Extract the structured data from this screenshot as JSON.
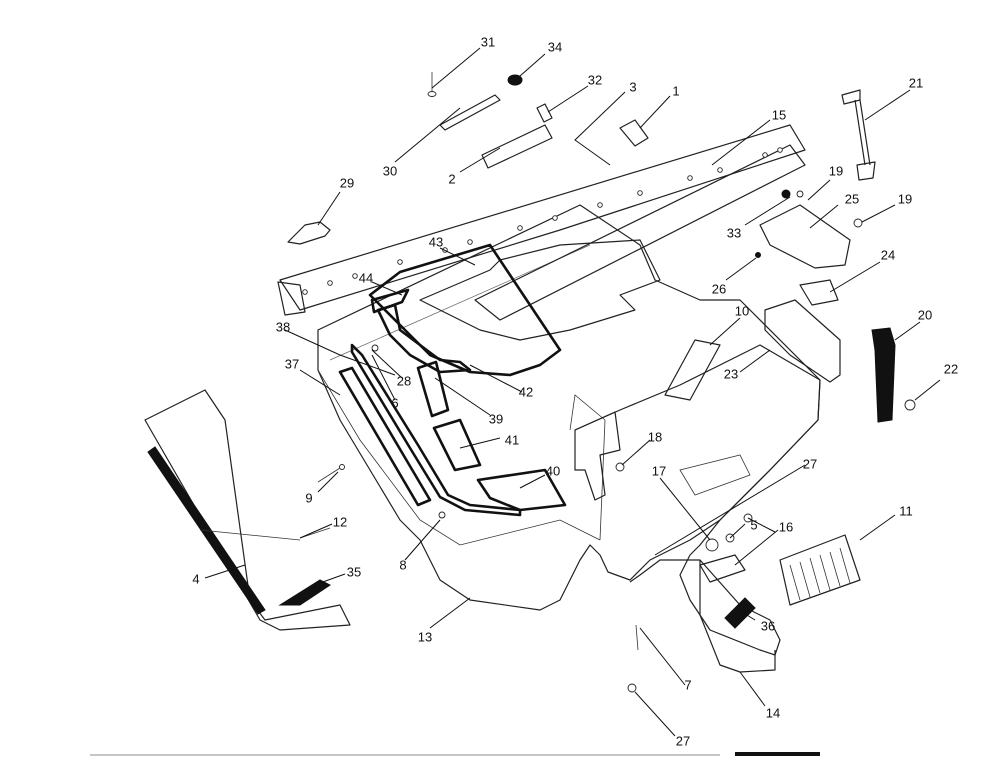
{
  "diagram": {
    "callouts": [
      {
        "id": "c1",
        "text": "1"
      },
      {
        "id": "c2",
        "text": "2"
      },
      {
        "id": "c3",
        "text": "3"
      },
      {
        "id": "c4",
        "text": "4"
      },
      {
        "id": "c5",
        "text": "5"
      },
      {
        "id": "c6",
        "text": "6"
      },
      {
        "id": "c7",
        "text": "7"
      },
      {
        "id": "c8",
        "text": "8"
      },
      {
        "id": "c9",
        "text": "9"
      },
      {
        "id": "c10",
        "text": "10"
      },
      {
        "id": "c11",
        "text": "11"
      },
      {
        "id": "c12",
        "text": "12"
      },
      {
        "id": "c13",
        "text": "13"
      },
      {
        "id": "c14",
        "text": "14"
      },
      {
        "id": "c15",
        "text": "15"
      },
      {
        "id": "c16",
        "text": "16"
      },
      {
        "id": "c17",
        "text": "17"
      },
      {
        "id": "c18",
        "text": "18"
      },
      {
        "id": "c19a",
        "text": "19"
      },
      {
        "id": "c19b",
        "text": "19"
      },
      {
        "id": "c20",
        "text": "20"
      },
      {
        "id": "c21",
        "text": "21"
      },
      {
        "id": "c22",
        "text": "22"
      },
      {
        "id": "c23",
        "text": "23"
      },
      {
        "id": "c24",
        "text": "24"
      },
      {
        "id": "c25",
        "text": "25"
      },
      {
        "id": "c26",
        "text": "26"
      },
      {
        "id": "c27a",
        "text": "27"
      },
      {
        "id": "c27b",
        "text": "27"
      },
      {
        "id": "c28",
        "text": "28"
      },
      {
        "id": "c29",
        "text": "29"
      },
      {
        "id": "c30",
        "text": "30"
      },
      {
        "id": "c31",
        "text": "31"
      },
      {
        "id": "c32",
        "text": "32"
      },
      {
        "id": "c33",
        "text": "33"
      },
      {
        "id": "c34",
        "text": "34"
      },
      {
        "id": "c35",
        "text": "35"
      },
      {
        "id": "c36",
        "text": "36"
      },
      {
        "id": "c37",
        "text": "37"
      },
      {
        "id": "c38",
        "text": "38"
      },
      {
        "id": "c39",
        "text": "39"
      },
      {
        "id": "c40",
        "text": "40"
      },
      {
        "id": "c41",
        "text": "41"
      },
      {
        "id": "c42",
        "text": "42"
      },
      {
        "id": "c43",
        "text": "43"
      },
      {
        "id": "c44",
        "text": "44"
      }
    ]
  }
}
